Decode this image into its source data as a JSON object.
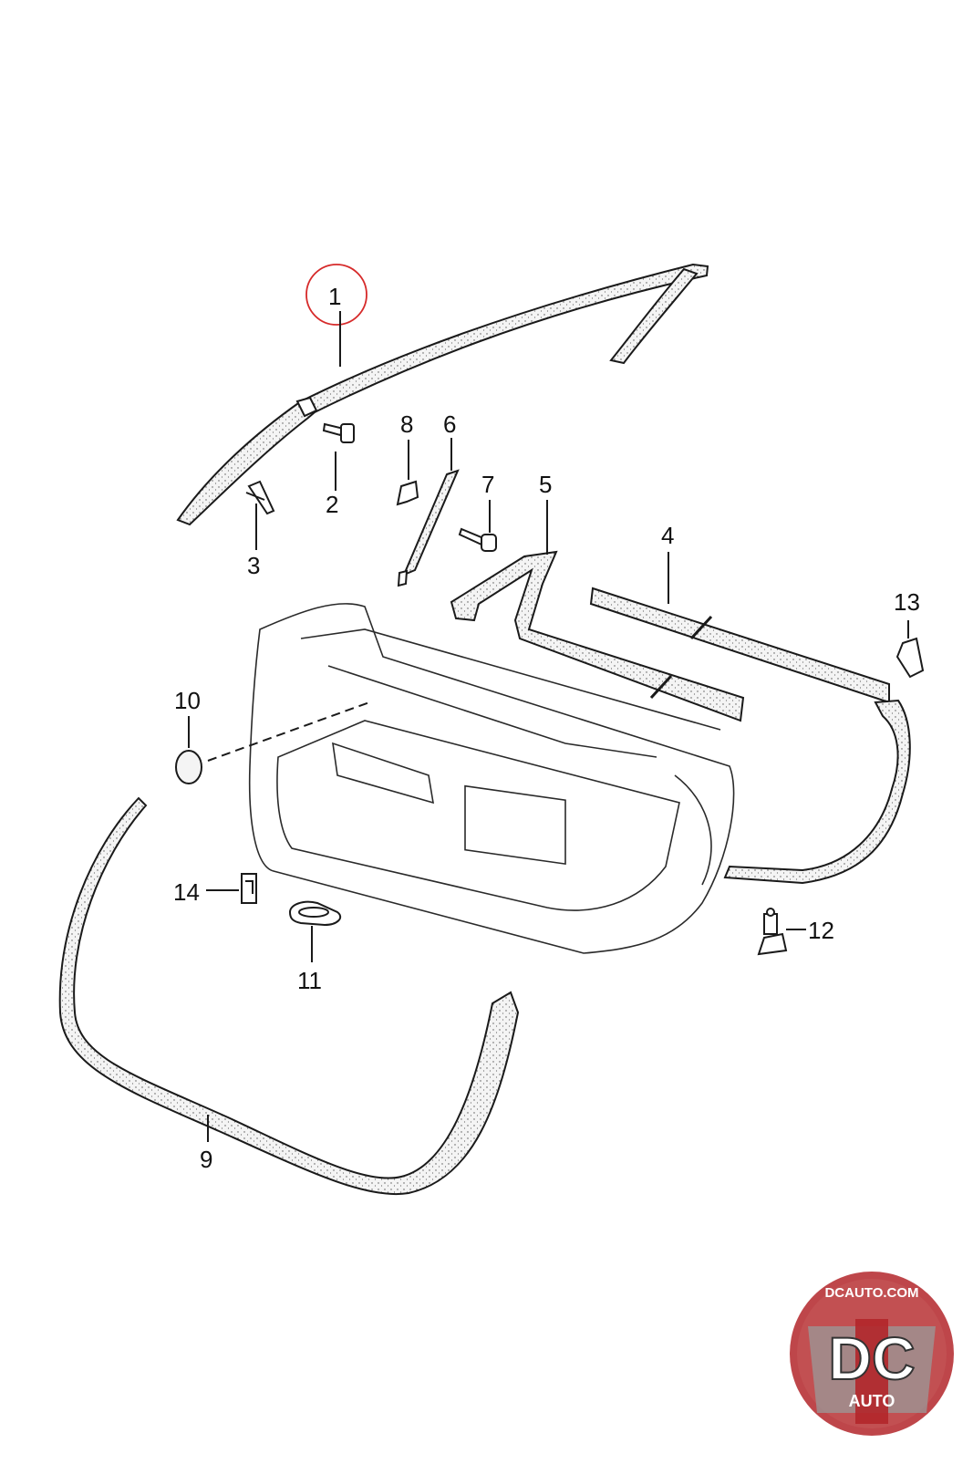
{
  "diagram": {
    "highlighted_callout": "1",
    "callouts": [
      {
        "id": "c1",
        "label": "1"
      },
      {
        "id": "c2",
        "label": "2"
      },
      {
        "id": "c3",
        "label": "3"
      },
      {
        "id": "c4",
        "label": "4"
      },
      {
        "id": "c5",
        "label": "5"
      },
      {
        "id": "c6",
        "label": "6"
      },
      {
        "id": "c7",
        "label": "7"
      },
      {
        "id": "c8",
        "label": "8"
      },
      {
        "id": "c9",
        "label": "9"
      },
      {
        "id": "c10",
        "label": "10"
      },
      {
        "id": "c11",
        "label": "11"
      },
      {
        "id": "c12",
        "label": "12"
      },
      {
        "id": "c13",
        "label": "13"
      },
      {
        "id": "c14",
        "label": "14"
      }
    ],
    "highlight_color": "#d62a2a",
    "line_color": "#1a1a1a",
    "seal_fill": "#f2f2f2"
  },
  "watermark": {
    "domain_text": "DCAUTO.COM",
    "big_text": "DC",
    "small_text": "AUTO",
    "brand_red": "#b3262a",
    "brand_gray": "#8a8a8a"
  }
}
